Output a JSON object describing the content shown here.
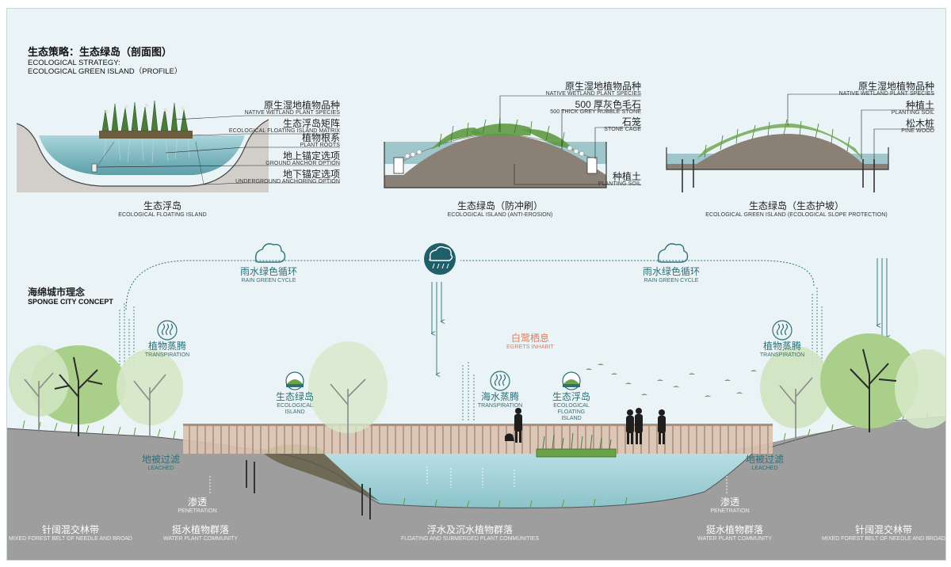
{
  "header": {
    "title_zh": "生态策略：生态绿岛（剖面图）",
    "title_en_1": "ECOLOGICAL STRATEGY:",
    "title_en_2": "ECOLOGICAL GREEN ISLAND（PROFILE）"
  },
  "panel1": {
    "labels": [
      {
        "zh": "原生湿地植物品种",
        "en": "NATIVE WETLAND PLANT SPECIES"
      },
      {
        "zh": "生态浮岛矩阵",
        "en": "ECOLOGICAL FLOATING ISLAND MATRIX"
      },
      {
        "zh": "植物根系",
        "en": "PLANT ROOTS"
      },
      {
        "zh": "地上锚定选项",
        "en": "GROUND ANCHOR OPTION"
      },
      {
        "zh": "地下锚定选项",
        "en": "UNDERGROUND ANCHORING OPTION"
      }
    ],
    "caption_zh": "生态浮岛",
    "caption_en": "ECOLOGICAL FLOATING ISLAND"
  },
  "panel2": {
    "labels": [
      {
        "zh": "原生湿地植物品种",
        "en": "NATIVE WETLAND PLANT SPECIES"
      },
      {
        "zh": "500 厚灰色毛石",
        "en": "500 THICK GREY RUBBLE STONE"
      },
      {
        "zh": "石笼",
        "en": "STONE CAGE"
      },
      {
        "zh": "种植土",
        "en": "PLANTING SOIL"
      }
    ],
    "caption_zh": "生态绿岛（防冲刷）",
    "caption_en": "ECOLOGICAL ISLAND (ANTI-EROSION)"
  },
  "panel3": {
    "labels": [
      {
        "zh": "原生湿地植物品种",
        "en": "NATIVE WETLAND PLANT SPECIES"
      },
      {
        "zh": "种植土",
        "en": "PLANTING SOIL"
      },
      {
        "zh": "松木桩",
        "en": "PINE WOOD"
      }
    ],
    "caption_zh": "生态绿岛（生态护坡）",
    "caption_en": "ECOLOGICAL GREEN ISLAND (ECOLOGICAL SLOPE PROTECTION)"
  },
  "sponge": {
    "title_zh": "海绵城市理念",
    "title_en": "SPONGE CITY CONCEPT",
    "rain_left": {
      "zh": "雨水绿色循环",
      "en": "RAIN GREEN CYCLE"
    },
    "rain_right": {
      "zh": "雨水绿色循环",
      "en": "RAIN GREEN CYCLE"
    },
    "transpiration_left": {
      "zh": "植物蒸腾",
      "en": "TRANSPIRATION"
    },
    "transpiration_right": {
      "zh": "植物蒸腾",
      "en": "TRANSPIRATION"
    },
    "sea_transpiration": {
      "zh": "海水蒸腾",
      "en": "TRANSPIRATION"
    },
    "island_left": {
      "zh": "生态绿岛",
      "en1": "ECOLOGICAL",
      "en2": "ISLAND"
    },
    "island_floating": {
      "zh": "生态浮岛",
      "en1": "ECOLOGICAL",
      "en2": "FLOATING",
      "en3": "ISLAND"
    },
    "egrets": {
      "zh": "白鹭栖息",
      "en": "EGRETS INHABIT"
    },
    "leached_left": {
      "zh": "地被过滤",
      "en": "LEACHED"
    },
    "leached_right": {
      "zh": "地被过滤",
      "en": "LEACHED"
    },
    "penetration_left": {
      "zh": "渗透",
      "en": "PENETRATION"
    },
    "penetration_right": {
      "zh": "渗透",
      "en": "PENETRATION"
    },
    "bottom": [
      {
        "zh": "针阔混交林带",
        "en": "MIXED FOREST BELT OF NEEDLE AND BROAD"
      },
      {
        "zh": "挺水植物群落",
        "en": "WATER PLANT COMMUNITY"
      },
      {
        "zh": "浮水及沉水植物群落",
        "en": "FLOATING AND SUBMERGED PLANT COMMUNITIES"
      },
      {
        "zh": "挺水植物群落",
        "en": "WATER PLANT COMMUNITY"
      },
      {
        "zh": "针阔混交林带",
        "en": "MIXED FOREST BELT OF NEEDLE AND BROAD"
      }
    ]
  },
  "colors": {
    "background": "#eaf4f6",
    "water": "#8fc4cc",
    "soil": "#8a8076",
    "ground_gray": "#9b9b9b",
    "grass": "#6aa24a",
    "teal_text": "#2e6f78",
    "egret_text": "#e47a5a",
    "deck": "#c8a992"
  }
}
